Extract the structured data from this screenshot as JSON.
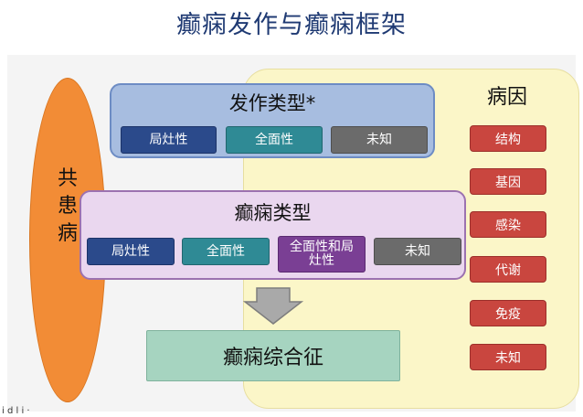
{
  "title": "癫痫发作与癫痫框架",
  "comorbidities": {
    "label": "共患病",
    "lines": [
      "共",
      "患",
      "病"
    ]
  },
  "seizure_types": {
    "title": "发作类型*",
    "items": [
      "局灶性",
      "全面性",
      "未知"
    ]
  },
  "epilepsy_types": {
    "title": "癫痫类型",
    "items": [
      "局灶性",
      "全面性",
      "全面性和局灶性",
      "未知"
    ]
  },
  "syndrome": "癫痫综合征",
  "etiology": {
    "title": "病因",
    "items": [
      "结构",
      "基因",
      "感染",
      "代谢",
      "免疫",
      "未知"
    ]
  },
  "colors": {
    "title": "#1f3a73",
    "seizure_bg": "#a7bde0",
    "epilepsy_bg": "#ead7ef",
    "syndrome_bg": "#a6d4c0",
    "etiology_bg": "#fbf6c8",
    "etiology_chip": "#c9463f",
    "comorbidity_oval": "#f28c36"
  },
  "footer_fragment": "i d l i ·"
}
